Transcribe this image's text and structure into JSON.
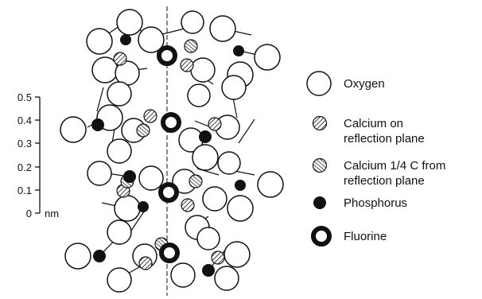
{
  "scale": {
    "ticks": [
      "0.5",
      "0.4",
      "0.3",
      "0.2",
      "0.1",
      "0"
    ],
    "unit": "nm"
  },
  "legend": {
    "oxygen": {
      "lines": [
        "Oxygen"
      ]
    },
    "calcium_on": {
      "lines": [
        "Calcium on",
        "reflection plane"
      ]
    },
    "calcium_quarter": {
      "lines": [
        "Calcium 1/4 C from",
        "reflection plane"
      ]
    },
    "phosphorus": {
      "lines": [
        "Phosphorus"
      ]
    },
    "fluorine": {
      "lines": [
        "Fluorine"
      ]
    }
  },
  "colors": {
    "ink": "#111111",
    "paper": "#ffffff"
  }
}
